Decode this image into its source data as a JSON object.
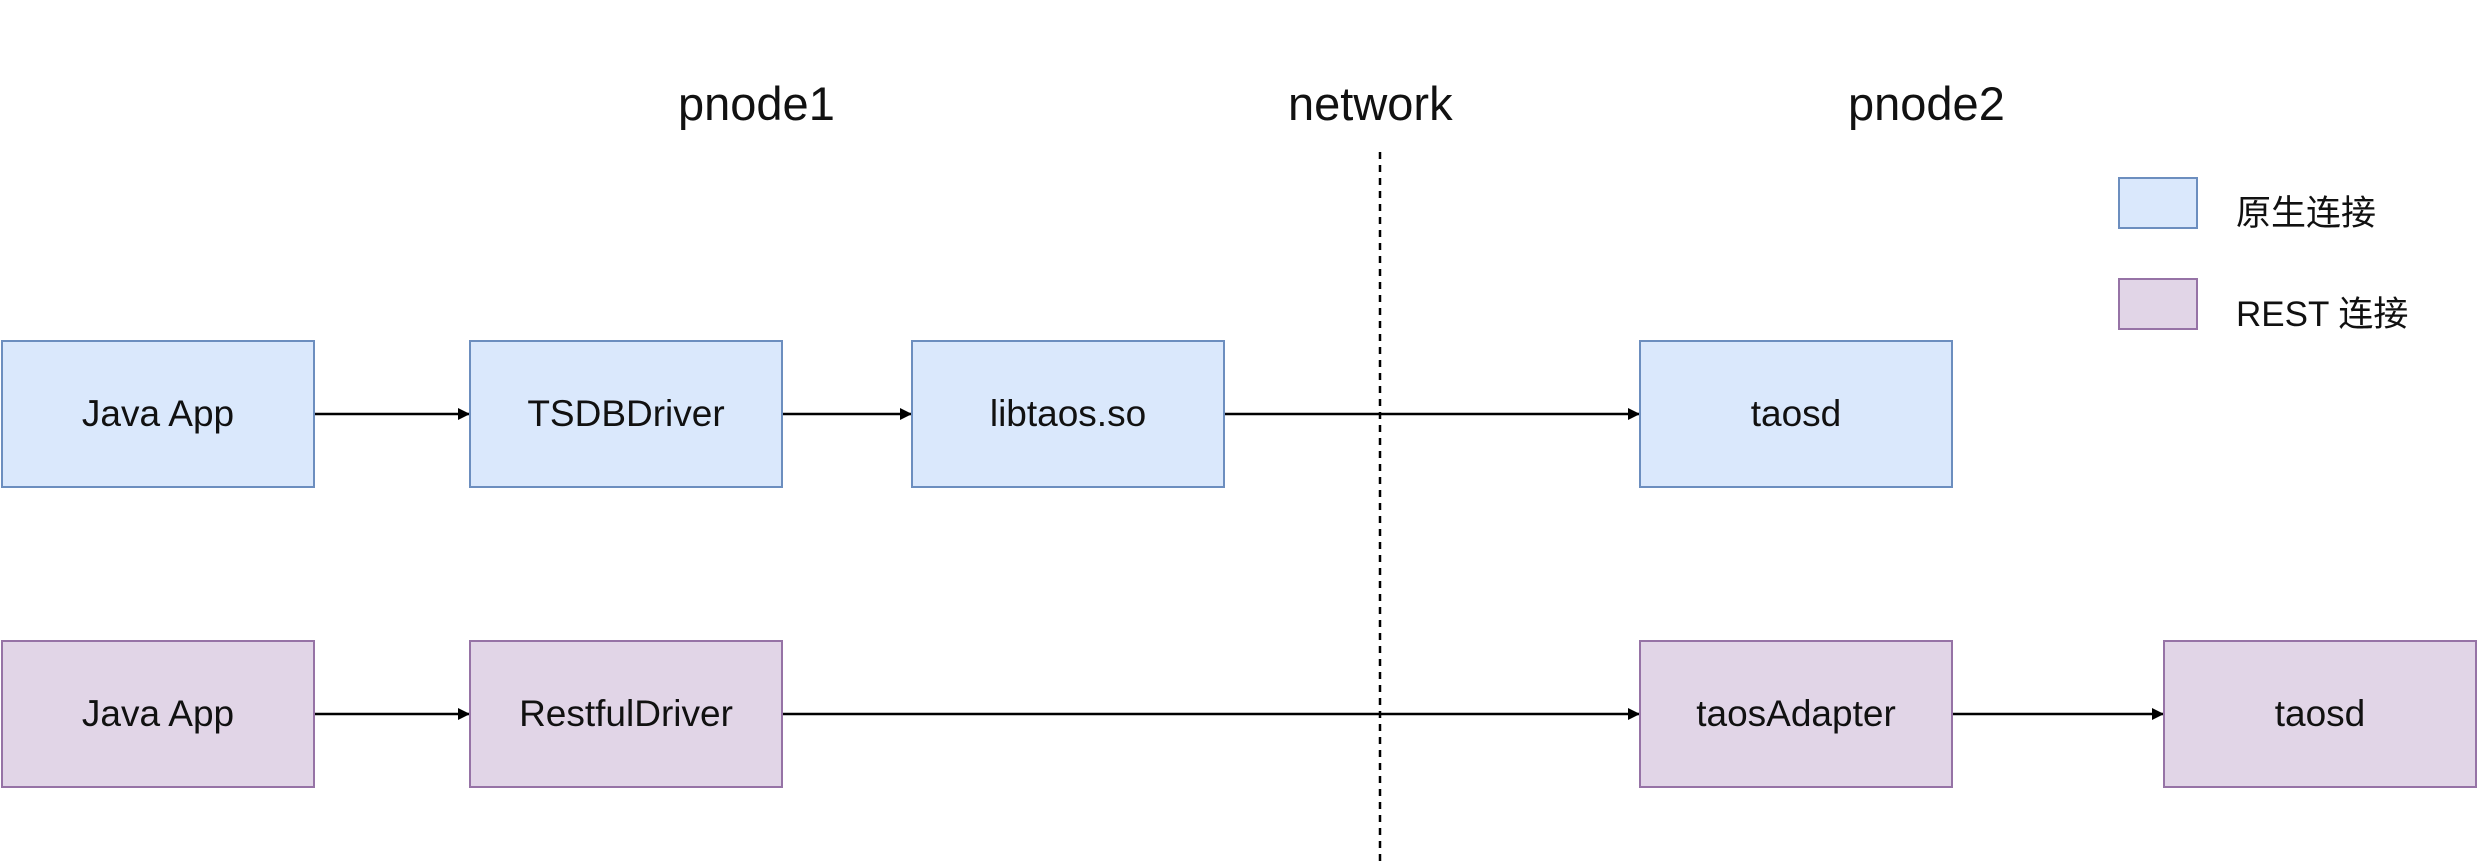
{
  "headings": {
    "pnode1": "pnode1",
    "network": "network",
    "pnode2": "pnode2"
  },
  "legend": {
    "native": "原生连接",
    "rest": "REST 连接"
  },
  "colors": {
    "native_fill": "#dae8fc",
    "native_border": "#6c8ebf",
    "rest_fill": "#e1d5e7",
    "rest_border": "#9673a6",
    "edge": "#000000"
  },
  "native_row": {
    "java_app": "Java App",
    "driver": "TSDBDriver",
    "lib": "libtaos.so",
    "server": "taosd"
  },
  "rest_row": {
    "java_app": "Java App",
    "driver": "RestfulDriver",
    "adapter": "taosAdapter",
    "server": "taosd"
  },
  "edges": [
    {
      "from": "native-java-app",
      "to": "native-driver"
    },
    {
      "from": "native-driver",
      "to": "native-lib"
    },
    {
      "from": "native-lib",
      "to": "native-taosd"
    },
    {
      "from": "rest-java-app",
      "to": "rest-driver"
    },
    {
      "from": "rest-driver",
      "to": "rest-adapter"
    },
    {
      "from": "rest-adapter",
      "to": "rest-taosd"
    }
  ]
}
